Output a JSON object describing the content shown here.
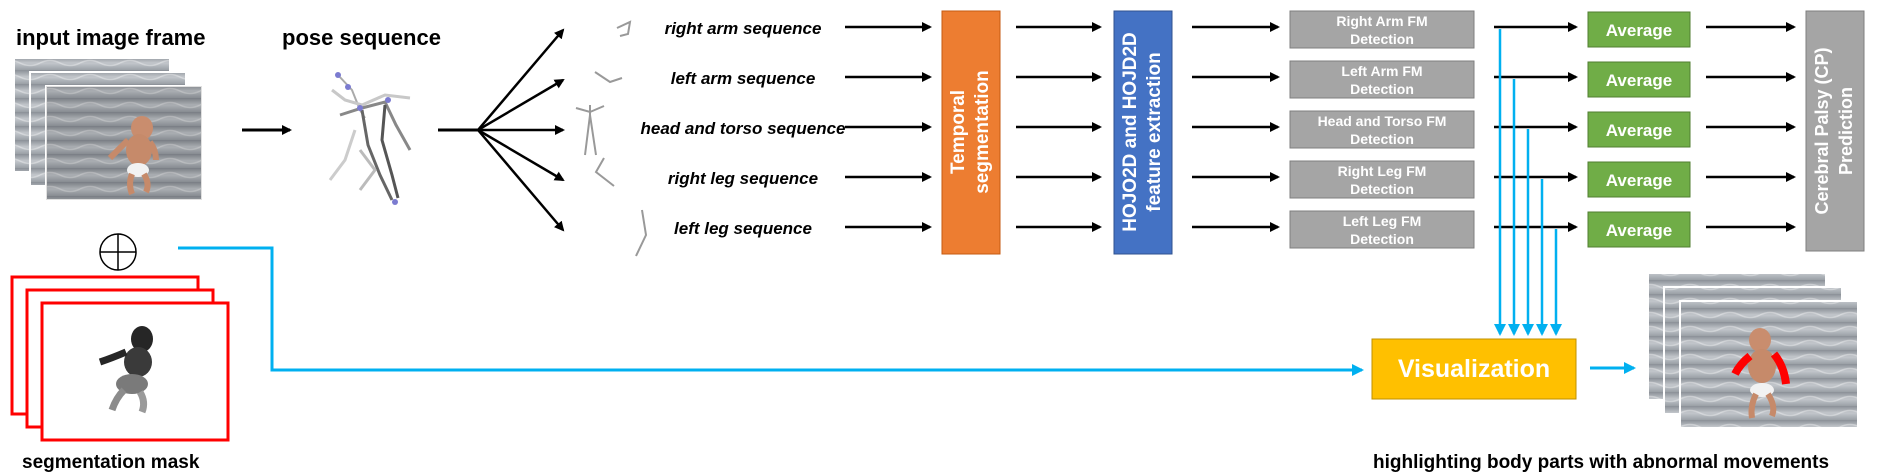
{
  "labels": {
    "input_frame": "input image frame",
    "pose_sequence": "pose sequence",
    "segmentation_mask": "segmentation mask",
    "highlight": "highlighting body parts with abnormal movements"
  },
  "sequences": [
    "right arm sequence",
    "left arm sequence",
    "head and torso sequence",
    "right leg sequence",
    "left leg sequence"
  ],
  "temporal_segmentation": [
    "Temporal",
    "segmentation"
  ],
  "feature_extraction": [
    "HOJO2D and HOJD2D",
    "feature extraction"
  ],
  "fm_detection": [
    [
      "Right Arm FM",
      "Detection"
    ],
    [
      "Left Arm FM",
      "Detection"
    ],
    [
      "Head and Torso FM",
      "Detection"
    ],
    [
      "Right Leg FM",
      "Detection"
    ],
    [
      "Left Leg FM",
      "Detection"
    ]
  ],
  "average_label": "Average",
  "cp_prediction": [
    "Cerebral Palsy (CP)",
    "Prediction"
  ],
  "visualization": "Visualization",
  "colors": {
    "orange": "#ED7D31",
    "blue": "#4472C4",
    "gray": "#A5A5A5",
    "green": "#70AD47",
    "yellow": "#FFC000",
    "cyan": "#00B0F0",
    "red": "#FF0000"
  }
}
